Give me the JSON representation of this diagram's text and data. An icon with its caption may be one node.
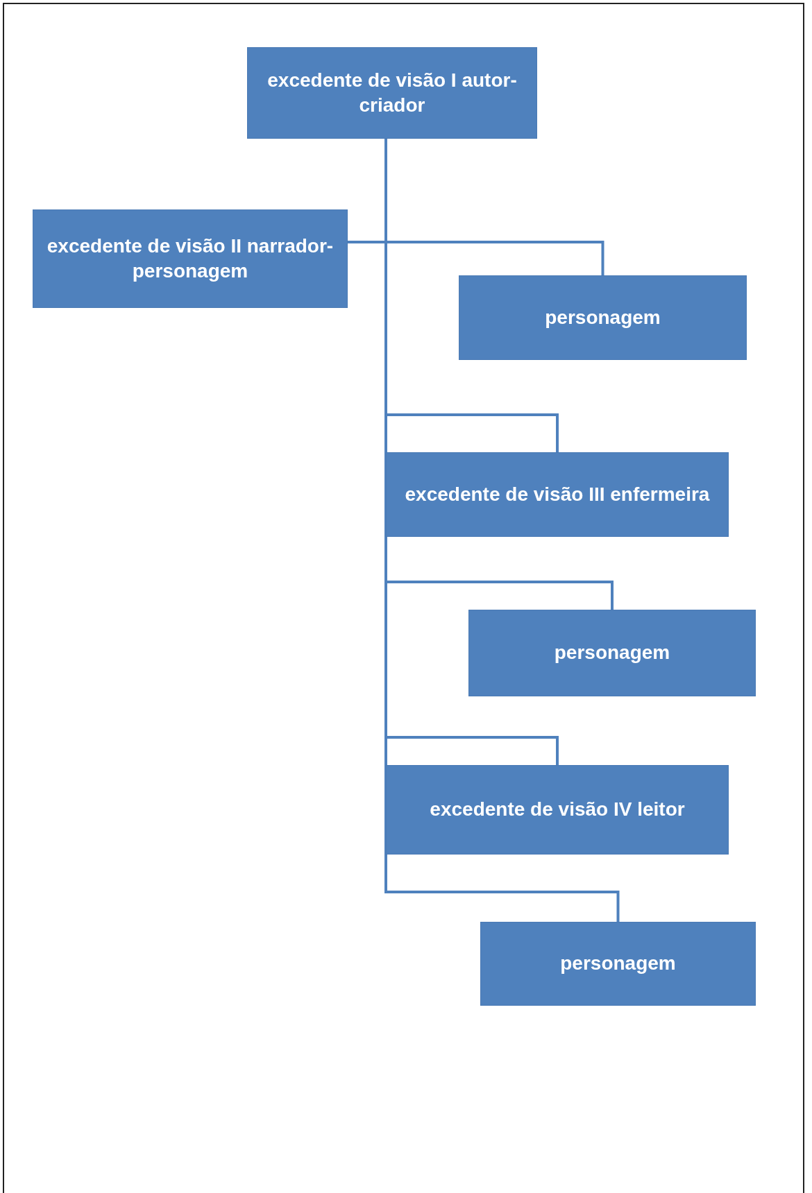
{
  "diagram": {
    "nodes": [
      {
        "text": [
          "excedente de visão I autor-criador"
        ]
      },
      {
        "text": [
          "excedente de visão II narrador-personagem"
        ]
      },
      {
        "text": [
          "personagem"
        ]
      },
      {
        "text": [
          "excedente de visão III enfermeira"
        ]
      },
      {
        "text": [
          "personagem"
        ]
      },
      {
        "text": [
          "excedente de visão IV leitor"
        ]
      },
      {
        "text": [
          "personagem"
        ]
      }
    ],
    "edges": [
      {
        "from": 0,
        "to": 1,
        "arrow": "none"
      },
      {
        "from": 0,
        "to": 2,
        "arrow": "none"
      },
      {
        "from": 0,
        "to": 3,
        "arrow": "none"
      },
      {
        "from": 0,
        "to": 4,
        "arrow": "none"
      },
      {
        "from": 0,
        "to": 5,
        "arrow": "none"
      },
      {
        "from": 0,
        "to": 6,
        "arrow": "none"
      }
    ]
  }
}
